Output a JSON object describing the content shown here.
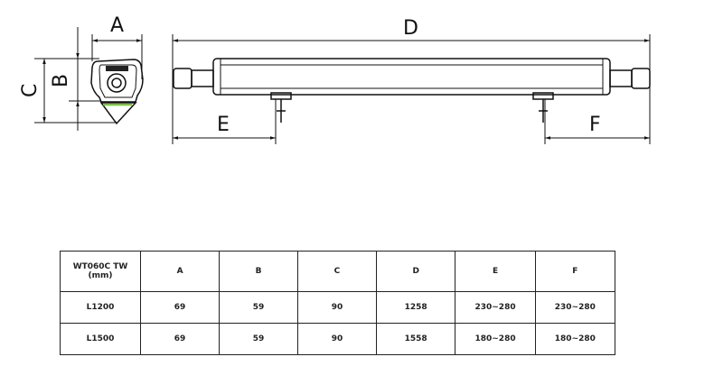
{
  "drawing": {
    "labels": {
      "A": "A",
      "B": "B",
      "C": "C",
      "D": "D",
      "E": "E",
      "F": "F"
    },
    "accent_color": "#7ac143"
  },
  "table": {
    "header": [
      "WT060C TW",
      "(mm)",
      "A",
      "B",
      "C",
      "D",
      "E",
      "F"
    ],
    "rows": [
      [
        "L1200",
        "69",
        "59",
        "90",
        "1258",
        "230~280",
        "230~280"
      ],
      [
        "L1500",
        "69",
        "59",
        "90",
        "1558",
        "180~280",
        "180~280"
      ]
    ]
  }
}
